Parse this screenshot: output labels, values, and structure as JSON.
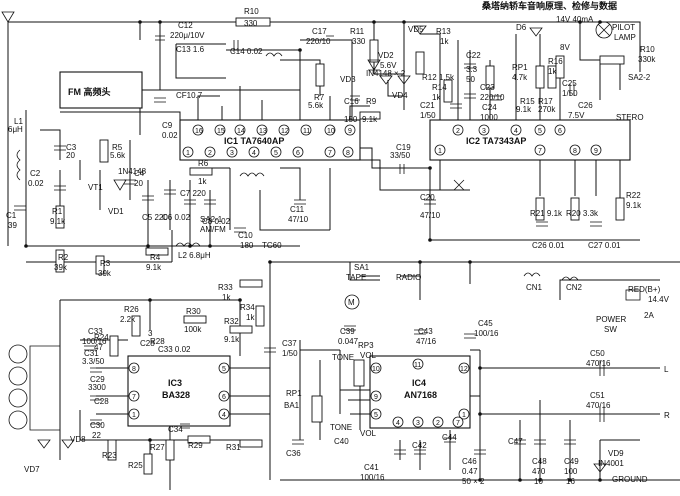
{
  "title": "桑塔纳轿车音响原理、检修与数据",
  "labels": {
    "fm": "FM 高频头",
    "ic1": "IC1  TA7640AP",
    "ic2": "IC2  TA7343AP",
    "ic3": "IC3",
    "ic3_part": "BA328",
    "ic4": "IC4",
    "ic4_part": "AN7168",
    "pilot": "PILOT",
    "lamp": "LAMP",
    "supply_14v": "14V 40mA",
    "d6": "D6",
    "red_b": "RED(B+)",
    "v144": "14.4V",
    "amp2": "2A",
    "power": "POWER",
    "sw": "SW",
    "ground": "GROUND",
    "cn1": "CN1",
    "cn2": "CN2",
    "sa1": "SA1",
    "tape": "TAPE",
    "radio": "RADIO",
    "sa2_1": "SA2-1",
    "amfm": "AM/FM",
    "sa2_2": "SA2-2",
    "stereo": "STERO",
    "motor": "M",
    "tone": "TONE",
    "vol": "VOL",
    "L": "L",
    "R": "R",
    "vt1": "VT1",
    "l1": "L1",
    "l1v": "6μH",
    "l2": "L2 6.8μH",
    "tc60": "TC60",
    "cf": "CF10.7",
    "rp1": "RP1",
    "ba1": "BA1",
    "rp3": "RP3"
  },
  "components": {
    "r10": "R10",
    "r10v": "330",
    "c12": "C12",
    "c12v": "220μ/10V",
    "c13": "C13 1.6",
    "c14": "C14 0.02",
    "c17": "C17",
    "c17v": "220/10",
    "r11": "R11",
    "r11v": "330",
    "vd5": "VD5",
    "r13": "R13",
    "r13v": "1k",
    "vd2": "VD2",
    "vd2v": "5.6V",
    "vd3": "VD3",
    "vd3v": "IN4148 × 2",
    "vd4": "VD4",
    "r12": "R12 1.5k",
    "c22": "C22",
    "c22v": "3.3",
    "c22b": "50",
    "c23": "C23",
    "c23v": "220/10",
    "c24": "C24",
    "c24v": "1000",
    "rp1b": "RP1",
    "rp1v": "4.7k",
    "r15": "R15",
    "r15v": "9.1k",
    "r17": "R17",
    "r17v": "270k",
    "c25": "C25",
    "c25v": "1/50",
    "r16": "R16",
    "r16v": "1k",
    "c26": "C26",
    "c26v": "7.5V",
    "r7": "R7",
    "r7v": "5.6k",
    "r14": "R14",
    "r14v": "1k",
    "c21": "C21",
    "c21v": "1/50",
    "c16": "C16",
    "c16v": "150",
    "r9": "R9",
    "r9v": "9.1k",
    "c9": "C9",
    "c9v": "0.02",
    "r5": "R5",
    "r5v": "5.6k",
    "c3": "C3",
    "c3v": "20",
    "r6": "R6",
    "r6v": "1k",
    "c20": "C20",
    "c20v": "47/10",
    "c19": "C19",
    "c19v": "33/50",
    "r8v": "8V",
    "r10b": "R10",
    "r10bv": "330k",
    "c2": "C2",
    "c2v": "0.02",
    "vd1": "VD1",
    "vd1v": "1N4148",
    "c4": "C4",
    "c4v": "20",
    "c5v": "C5 220",
    "c6v": "C6 0.02",
    "c7v": "C7 220",
    "c8v": "C8 0.02",
    "c10": "C10",
    "c10v": "180",
    "c11": "C11",
    "c11v": "47/10",
    "c1": "C1",
    "c1v": "39",
    "r1": "R1",
    "r1v": "9.1k",
    "r2": "R2",
    "r2v": "39k",
    "r3": "R3",
    "r3v": "39k",
    "r4": "R4",
    "r4v": "9.1k",
    "r21": "R21 9.1k",
    "c26b": "C26 0.01",
    "r20": "R20 3.3k",
    "c27": "C27 0.01",
    "r22": "R22",
    "r22v": "9.1k",
    "r33": "R33",
    "r33v": "1k",
    "r34": "R34",
    "r34v": "1k",
    "r30": "R30",
    "r30v": "100k",
    "r32": "R32",
    "r32v": "9.1k",
    "r26": "R26",
    "r26v": "2.2k",
    "r24": "R24",
    "r24v": "47",
    "c28": "C28",
    "c28v": "3",
    "c33": "C33",
    "c33v": "100/16",
    "c31": "C31",
    "c31v": "3.3/50",
    "c29": "C29",
    "c29v": "3300",
    "c28b": "C28",
    "c30": "C30",
    "c30v": "22",
    "c33b": "C33 0.02",
    "c37": "C37",
    "c37v": "1/50",
    "c34": "C34",
    "r29": "R29",
    "r31": "R31",
    "c36": "C36",
    "r23": "R23",
    "r25": "R25",
    "r27": "R27",
    "r28": "R28",
    "c39": "C39",
    "c39v": "0.047",
    "c40": "C40",
    "c43": "C43",
    "c43v": "47/16",
    "c45": "C45",
    "c45v": "100/16",
    "c41": "C41",
    "c41v": "100/16",
    "c42": "C42",
    "c44": "C44",
    "c46": "C46",
    "c46v": "0.47",
    "c46b": "50 × 2",
    "c47": "C47",
    "c48": "C48",
    "c48v": "470",
    "c48b": "10",
    "c49": "C49",
    "c49v": "100",
    "c49b": "16",
    "vd9": "VD9",
    "vd9v": "IN4001",
    "c50": "C50",
    "c50v": "470/16",
    "c51": "C51",
    "c51v": "470/16",
    "vd7": "VD7",
    "vd8": "VD8"
  },
  "pins": {
    "ic1_top": [
      "16",
      "15",
      "14",
      "13",
      "12",
      "11",
      "10",
      "9"
    ],
    "ic1_bottom": [
      "1",
      "2",
      "3",
      "4",
      "5",
      "6",
      "7",
      "8"
    ],
    "ic2_top": [
      "2",
      "3",
      "4",
      "5",
      "6"
    ],
    "ic2_bottom": [
      "1",
      "7",
      "8",
      "9"
    ],
    "ic3_left": [
      "8",
      "7",
      "1"
    ],
    "ic3_right": [
      "5",
      "6",
      "4"
    ],
    "ic4_left": [
      "10",
      "9",
      "5"
    ],
    "ic4_top": [
      "11"
    ],
    "ic4_right": [
      "12",
      "1"
    ],
    "ic4_bottom": [
      "4",
      "3",
      "2",
      "7"
    ]
  },
  "colors": {
    "ink": "#111111",
    "paper": "#ffffff"
  }
}
